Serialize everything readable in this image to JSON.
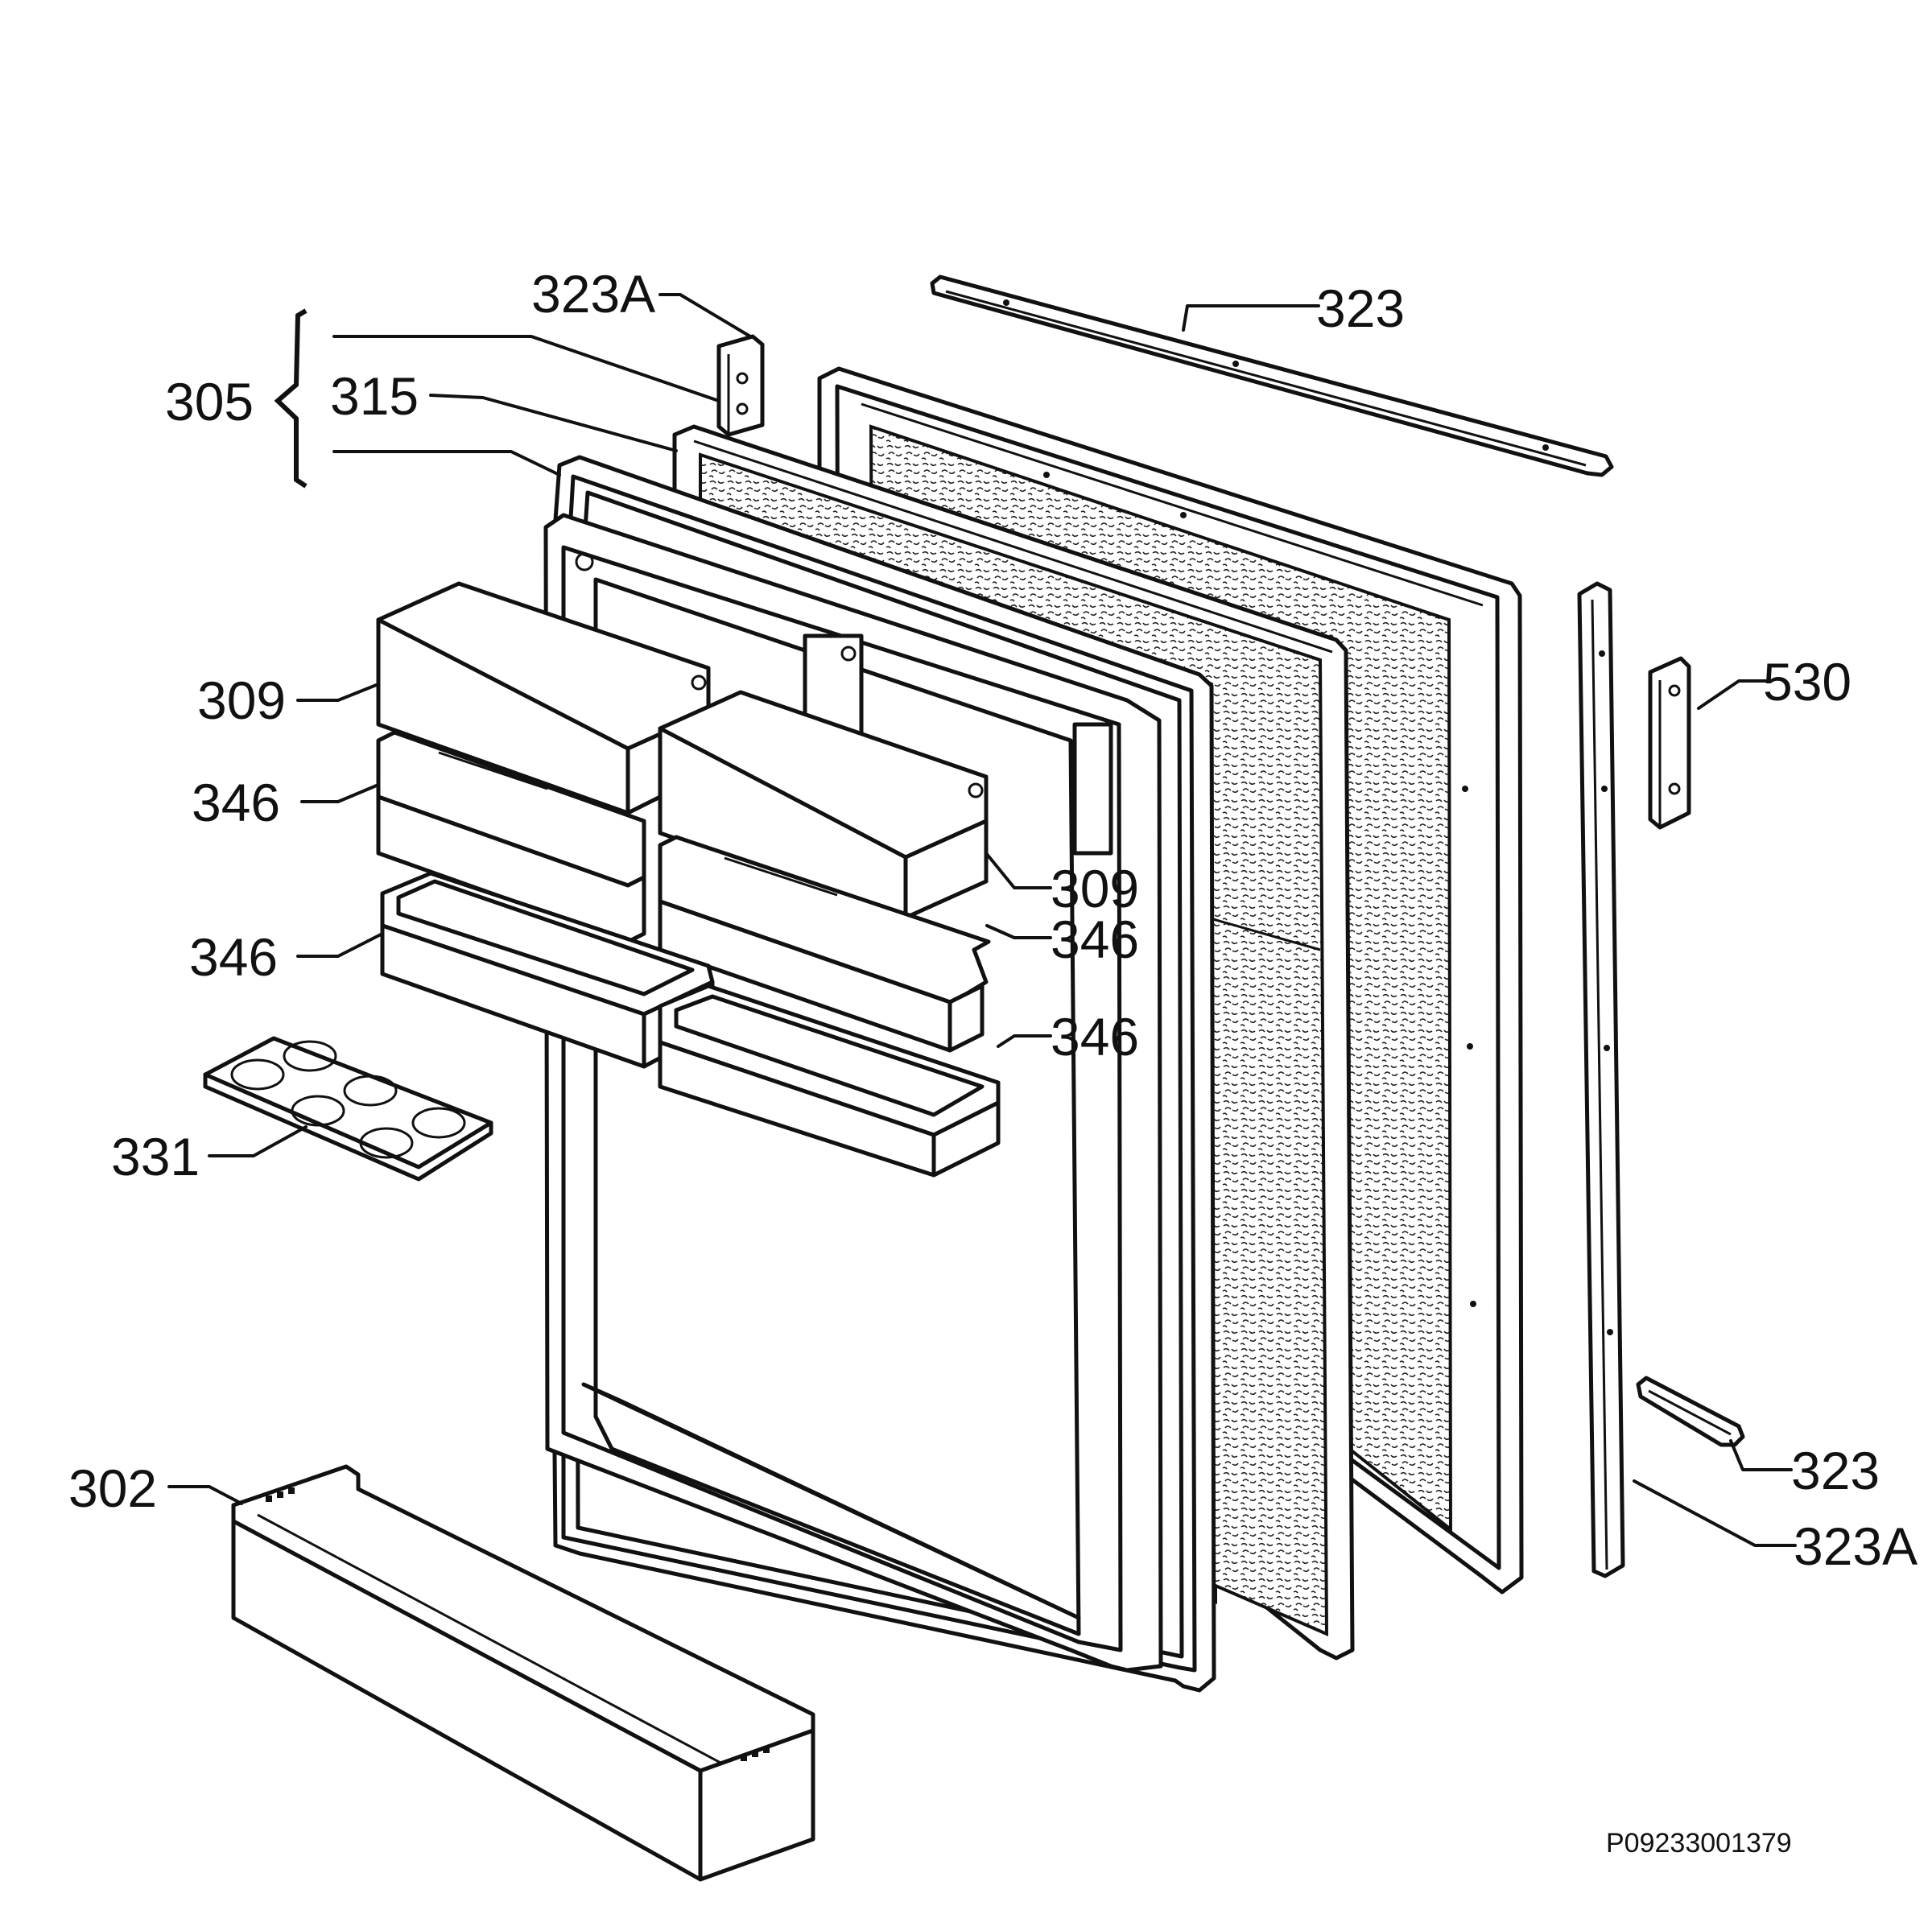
{
  "diagram": {
    "labels": {
      "l323a_top": "323A",
      "l323_top": "323",
      "l305": "305",
      "l315": "315",
      "l309_left": "309",
      "l346_a": "346",
      "l346_b": "346",
      "l331": "331",
      "l302": "302",
      "l530": "530",
      "l309_right": "309",
      "l346_c": "346",
      "l346_d": "346",
      "l323_bottom": "323",
      "l323a_bottom": "323A"
    },
    "reference_code": "P09233001379",
    "colors": {
      "ink": "#111111",
      "paper": "#ffffff",
      "foam": "#d9d9d9"
    }
  }
}
